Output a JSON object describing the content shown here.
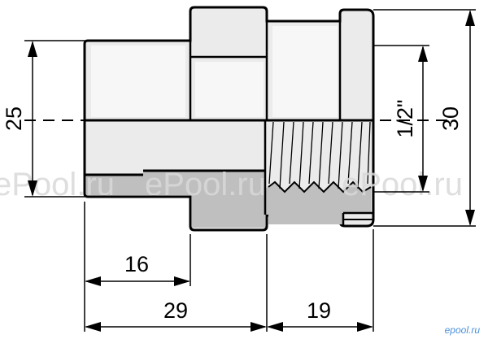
{
  "dimensions": {
    "d25": "25",
    "d30": "30",
    "thread": "1/2\"",
    "l16": "16",
    "l29": "29",
    "l19": "19"
  },
  "watermark": {
    "text": "ePool.ru",
    "corner_brand": "epool.ru"
  },
  "colors": {
    "body_fill": "#ebebeb",
    "section_fill": "#bfbfbf",
    "outline": "#000000",
    "brand": "#4a90d9"
  }
}
